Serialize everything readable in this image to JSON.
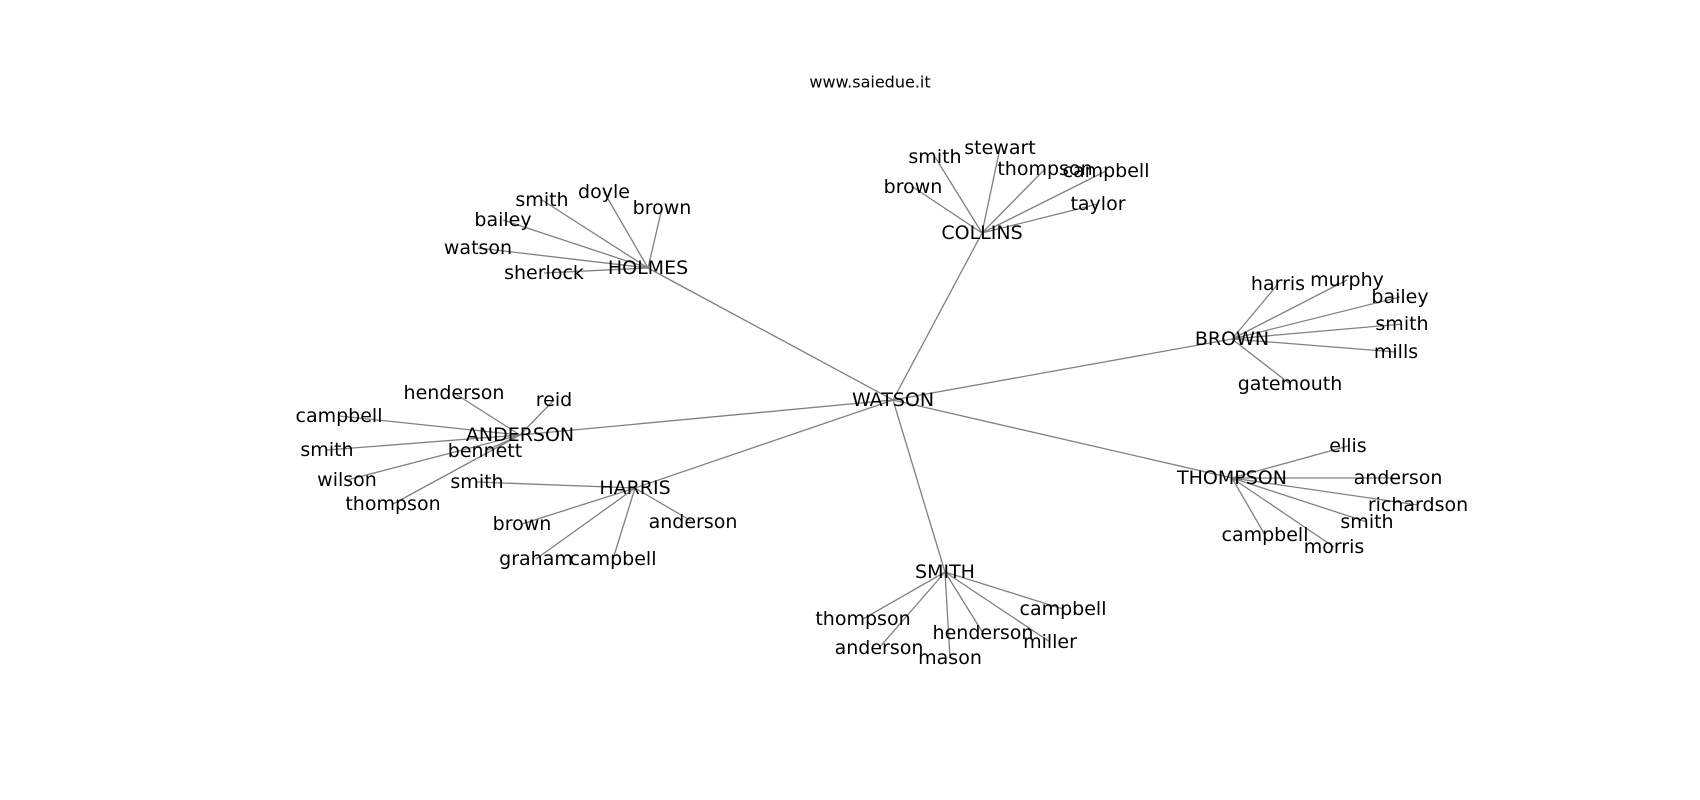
{
  "header": {
    "site": "www.saiedue.it"
  },
  "graph": {
    "root": "WATSON",
    "hubs": [
      {
        "label": "COLLINS",
        "leaves": [
          "smith",
          "stewart",
          "thompson",
          "campbell",
          "brown",
          "taylor"
        ]
      },
      {
        "label": "HOLMES",
        "leaves": [
          "smith",
          "doyle",
          "brown",
          "bailey",
          "watson",
          "sherlock"
        ]
      },
      {
        "label": "BROWN",
        "leaves": [
          "harris",
          "murphy",
          "bailey",
          "smith",
          "mills",
          "gatemouth"
        ]
      },
      {
        "label": "ANDERSON",
        "leaves": [
          "henderson",
          "reid",
          "campbell",
          "smith",
          "wilson",
          "thompson",
          "bennett"
        ]
      },
      {
        "label": "HARRIS",
        "leaves": [
          "smith",
          "brown",
          "anderson",
          "graham",
          "campbell"
        ]
      },
      {
        "label": "THOMPSON",
        "leaves": [
          "ellis",
          "anderson",
          "richardson",
          "smith",
          "campbell",
          "morris"
        ]
      },
      {
        "label": "SMITH",
        "leaves": [
          "campbell",
          "thompson",
          "henderson",
          "miller",
          "anderson",
          "mason"
        ]
      }
    ]
  }
}
